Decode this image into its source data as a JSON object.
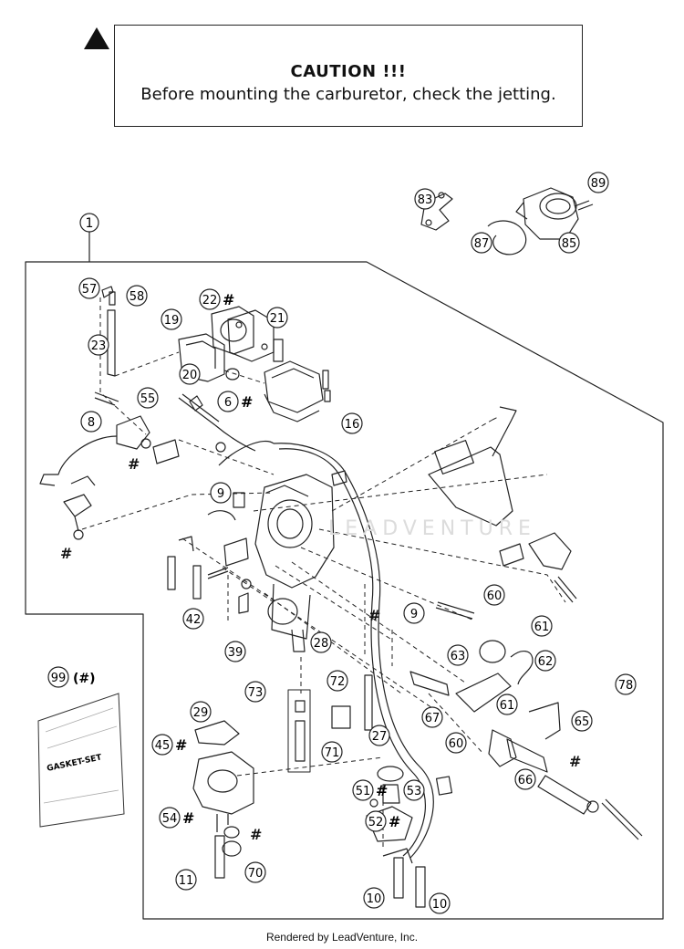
{
  "caution": {
    "title": "CAUTION !!!",
    "text": "Before mounting the carburetor, check the jetting."
  },
  "assembly_label": "1",
  "gasket_set": {
    "number": "99",
    "suffix": "(#)",
    "bag_label": "GASKET-SET"
  },
  "watermark": "LEADVENTURE",
  "footer": "Rendered by LeadVenture, Inc.",
  "callouts": [
    {
      "id": "c83",
      "label": "83"
    },
    {
      "id": "c89",
      "label": "89"
    },
    {
      "id": "c87",
      "label": "87"
    },
    {
      "id": "c85",
      "label": "85"
    },
    {
      "id": "c57",
      "label": "57"
    },
    {
      "id": "c58",
      "label": "58"
    },
    {
      "id": "c22",
      "label": "22",
      "mark": "#"
    },
    {
      "id": "c21",
      "label": "21"
    },
    {
      "id": "c19",
      "label": "19"
    },
    {
      "id": "c23",
      "label": "23"
    },
    {
      "id": "c20",
      "label": "20"
    },
    {
      "id": "c55",
      "label": "55"
    },
    {
      "id": "c6",
      "label": "6",
      "mark": "#"
    },
    {
      "id": "c8",
      "label": "8"
    },
    {
      "id": "c16",
      "label": "16"
    },
    {
      "id": "c9a",
      "label": "9"
    },
    {
      "id": "c60a",
      "label": "60"
    },
    {
      "id": "c61a",
      "label": "61"
    },
    {
      "id": "c9b",
      "label": "9"
    },
    {
      "id": "c42",
      "label": "42"
    },
    {
      "id": "c39",
      "label": "39"
    },
    {
      "id": "c28",
      "label": "28"
    },
    {
      "id": "c63",
      "label": "63"
    },
    {
      "id": "c62",
      "label": "62"
    },
    {
      "id": "c73",
      "label": "73"
    },
    {
      "id": "c72",
      "label": "72"
    },
    {
      "id": "c78",
      "label": "78"
    },
    {
      "id": "c61b",
      "label": "61"
    },
    {
      "id": "c67",
      "label": "67"
    },
    {
      "id": "c60b",
      "label": "60"
    },
    {
      "id": "c65",
      "label": "65"
    },
    {
      "id": "c29",
      "label": "29"
    },
    {
      "id": "c45",
      "label": "45",
      "mark": "#"
    },
    {
      "id": "c27",
      "label": "27"
    },
    {
      "id": "c71",
      "label": "71"
    },
    {
      "id": "c66",
      "label": "66"
    },
    {
      "id": "c51",
      "label": "51",
      "mark": "#"
    },
    {
      "id": "c53",
      "label": "53"
    },
    {
      "id": "c52",
      "label": "52",
      "mark": "#"
    },
    {
      "id": "c54",
      "label": "54",
      "mark": "#"
    },
    {
      "id": "c11",
      "label": "11"
    },
    {
      "id": "c70",
      "label": "70"
    },
    {
      "id": "c10a",
      "label": "10"
    },
    {
      "id": "c10b",
      "label": "10"
    }
  ],
  "standalone_marks": "#"
}
